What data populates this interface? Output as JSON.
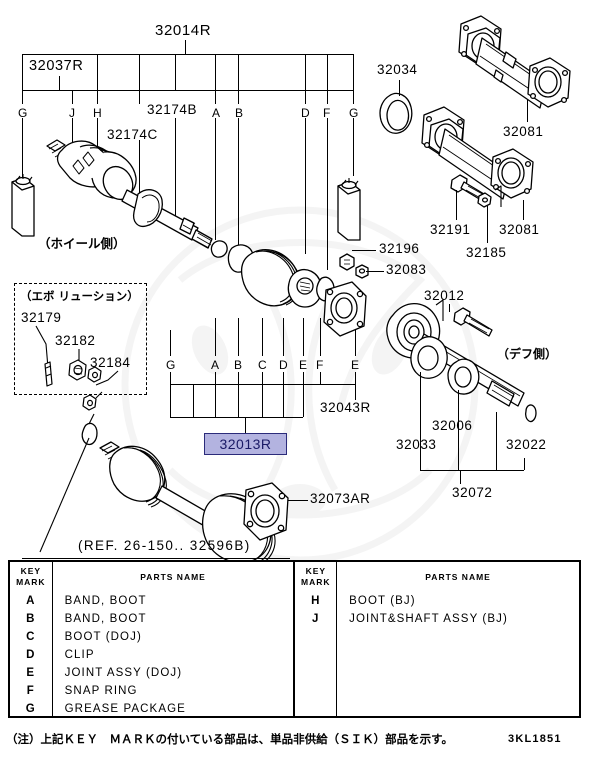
{
  "document": {
    "code": "3KL1851",
    "note": "（注）上記ＫＥＹ　ＭＡＲＫの付いている部品は、単品非供給（ＳＩＫ）部品を示す。"
  },
  "highlight": {
    "part_number": "32013R",
    "fill_color": "#b3b3e0",
    "border_color": "#2b2b7a",
    "text_color": "#1a1a66"
  },
  "annotations": {
    "wheel_side": "（ホイール側）",
    "diff_side": "（デフ側）",
    "evolution_title": "（エボ リューション）",
    "reference": "(REF. 26-150.. 32596B)"
  },
  "top_assembly": {
    "main_label": "32014R",
    "sub_label": "32037R",
    "callouts": [
      "32174B",
      "32174C"
    ],
    "upper_keys": [
      "G",
      "J",
      "H",
      "A",
      "B",
      "D",
      "F",
      "G"
    ]
  },
  "mid_assembly": {
    "label": "32043R",
    "keys": [
      "G",
      "A",
      "B",
      "C",
      "D",
      "E",
      "F",
      "E"
    ]
  },
  "evolution_box": {
    "parts": [
      "32179",
      "32182",
      "32184"
    ]
  },
  "right_parts": {
    "seal": "32034",
    "housing_upper": "32081",
    "housing_lower": "32081",
    "bolt": "32191",
    "washer": "32185",
    "nut": "32196",
    "ring": "32083",
    "bolt2": "32012"
  },
  "hub_assembly": {
    "label": "32072",
    "parts": [
      "32033",
      "32006",
      "32022"
    ]
  },
  "lower_assembly": {
    "flange": "32073AR"
  },
  "parts_table": {
    "headers": {
      "key_mark": "KEY\nMARK",
      "key_mark_line1": "KEY",
      "key_mark_line2": "MARK",
      "parts_name": "PARTS NAME"
    },
    "left_rows": [
      {
        "key": "A",
        "name": "BAND, BOOT"
      },
      {
        "key": "B",
        "name": "BAND, BOOT"
      },
      {
        "key": "C",
        "name": "BOOT (DOJ)"
      },
      {
        "key": "D",
        "name": "CLIP"
      },
      {
        "key": "E",
        "name": "JOINT ASSY (DOJ)"
      },
      {
        "key": "F",
        "name": "SNAP RING"
      },
      {
        "key": "G",
        "name": "GREASE PACKAGE"
      }
    ],
    "right_rows": [
      {
        "key": "H",
        "name": "BOOT (BJ)"
      },
      {
        "key": "J",
        "name": "JOINT&SHAFT ASSY (BJ)"
      },
      {
        "key": "",
        "name": ""
      },
      {
        "key": "",
        "name": ""
      },
      {
        "key": "",
        "name": ""
      },
      {
        "key": "",
        "name": ""
      },
      {
        "key": "",
        "name": ""
      }
    ]
  }
}
